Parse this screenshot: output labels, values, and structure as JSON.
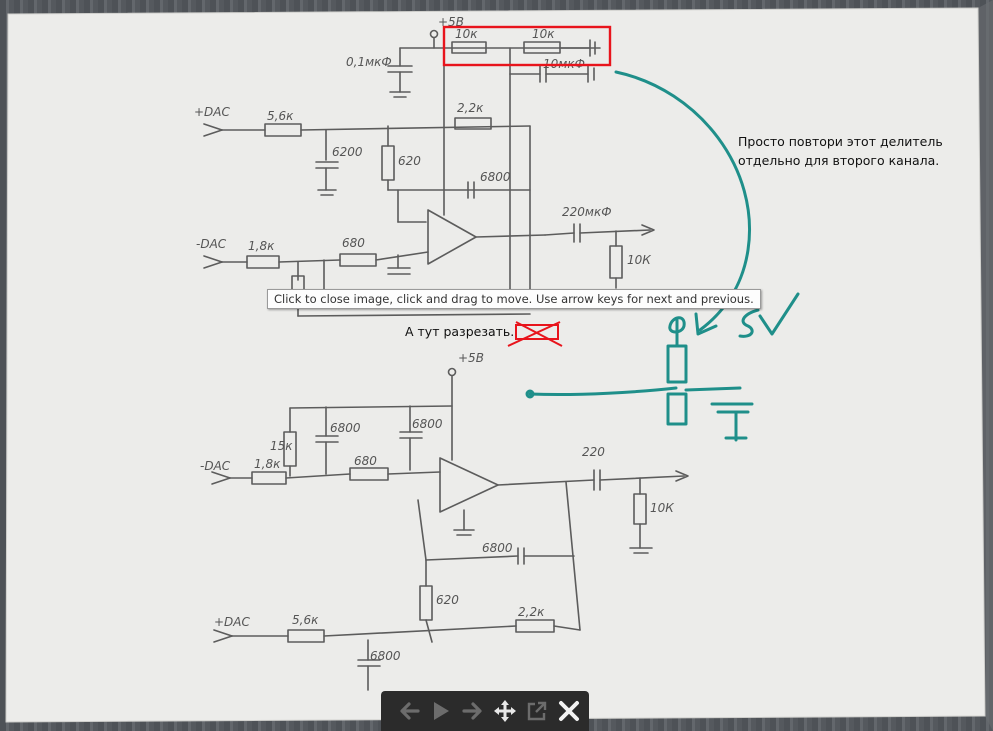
{
  "viewer": {
    "tooltip": "Click to close image, click and drag to move. Use arrow keys for next and previous."
  },
  "annotations": {
    "repeat_divider_note": "Просто повтори этот делитель отдельно для второго канала.",
    "cut_here_note": "А тут разрезать.",
    "supply_label": "5V"
  },
  "schematic": {
    "top_channel": {
      "supply": "+5В",
      "divider_r1": "10к",
      "divider_r2": "10к",
      "divider_cap": "10мкФ",
      "decoupling_cap": "0,1мкФ",
      "input_pos": "+DAC",
      "input_neg": "-DAC",
      "r_in_pos": "5,6к",
      "c_filter_pos": "6200",
      "r_620": "620",
      "r_feedback": "2,2к",
      "c_feedback": "6800",
      "r_in_neg": "1,8к",
      "r_680": "680",
      "output_cap": "220мкФ",
      "r_load": "10К"
    },
    "bottom_channel": {
      "supply": "+5В",
      "c_6800": "6800",
      "r_15k": "15к",
      "c_6800b": "6800",
      "input_neg": "-DAC",
      "r_in_neg": "1,8к",
      "r_680": "680",
      "output_cap": "220",
      "r_load": "10К",
      "c_feedback": "6800",
      "r_620": "620",
      "input_pos": "+DAC",
      "r_in_pos": "5,6к",
      "r_feedback": "2,2к",
      "c_filter_pos": "6800"
    }
  },
  "toolbar": {
    "items": [
      {
        "icon": "arrow-left-icon"
      },
      {
        "icon": "play-icon"
      },
      {
        "icon": "arrow-right-icon"
      },
      {
        "icon": "move-icon"
      },
      {
        "icon": "external-link-icon"
      },
      {
        "icon": "close-icon"
      }
    ]
  },
  "colors": {
    "paper": "#ededeb",
    "pencil": "#5c5c5c",
    "highlight_box": "#e8141c",
    "marker_teal": "#1f8f8a"
  }
}
